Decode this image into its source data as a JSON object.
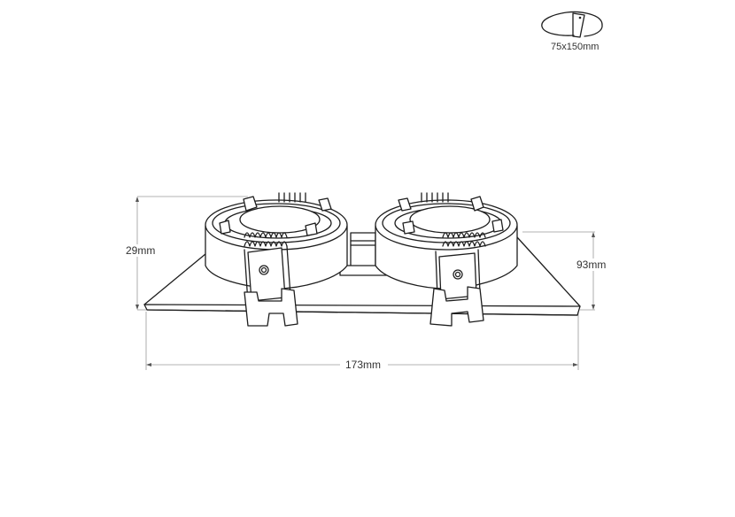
{
  "cutout": {
    "icon": "cutout-tool-icon",
    "label": "75x150mm"
  },
  "dimensions": {
    "height_left": "29mm",
    "height_right": "93mm",
    "width_bottom": "173mm"
  },
  "product": {
    "name": "double-recessed-downlight-fitting",
    "lamp_count": 2
  },
  "colors": {
    "line": "#1e1e1e",
    "dimension_line": "#9a9a9a",
    "text": "#333333",
    "background": "#ffffff"
  }
}
